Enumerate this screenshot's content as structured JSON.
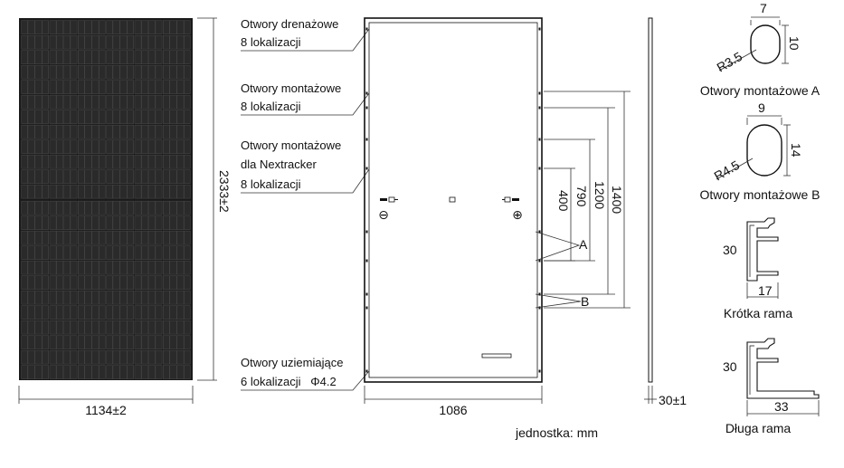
{
  "panel": {
    "width_label": "1134±2",
    "height_label": "2333±2"
  },
  "front": {
    "drainage_holes": [
      "Otwory drenażowe",
      "8 lokalizacji"
    ],
    "mounting_holes": [
      "Otwory montażowe",
      "8 lokalizacji"
    ],
    "nextracker_holes": [
      "Otwory montażowe",
      "dla Nextracker",
      "8 lokalizacji"
    ],
    "grounding_holes": [
      "Otwory uziemiające",
      "6 lokalizacji   Φ4.2"
    ],
    "width_label": "1086",
    "dim_400": "400",
    "dim_790": "790",
    "dim_1200": "1200",
    "dim_1400": "1400",
    "marker_a": "A",
    "marker_b": "B",
    "minus_symbol": "⊖",
    "plus_symbol": "⊕"
  },
  "side": {
    "thickness_label": "30±1"
  },
  "unit_note": "jednostka: mm",
  "details": {
    "hole_a": {
      "width": "7",
      "height": "10",
      "radius": "R3.5",
      "caption": "Otwory montażowe A"
    },
    "hole_b": {
      "width": "9",
      "height": "14",
      "radius": "R4.5",
      "caption": "Otwory montażowe B"
    },
    "short_frame": {
      "height": "30",
      "width": "17",
      "caption": "Krótka rama"
    },
    "long_frame": {
      "height": "30",
      "width": "33",
      "caption": "Długa rama"
    }
  },
  "colors": {
    "line": "#111111",
    "background": "#ffffff"
  }
}
